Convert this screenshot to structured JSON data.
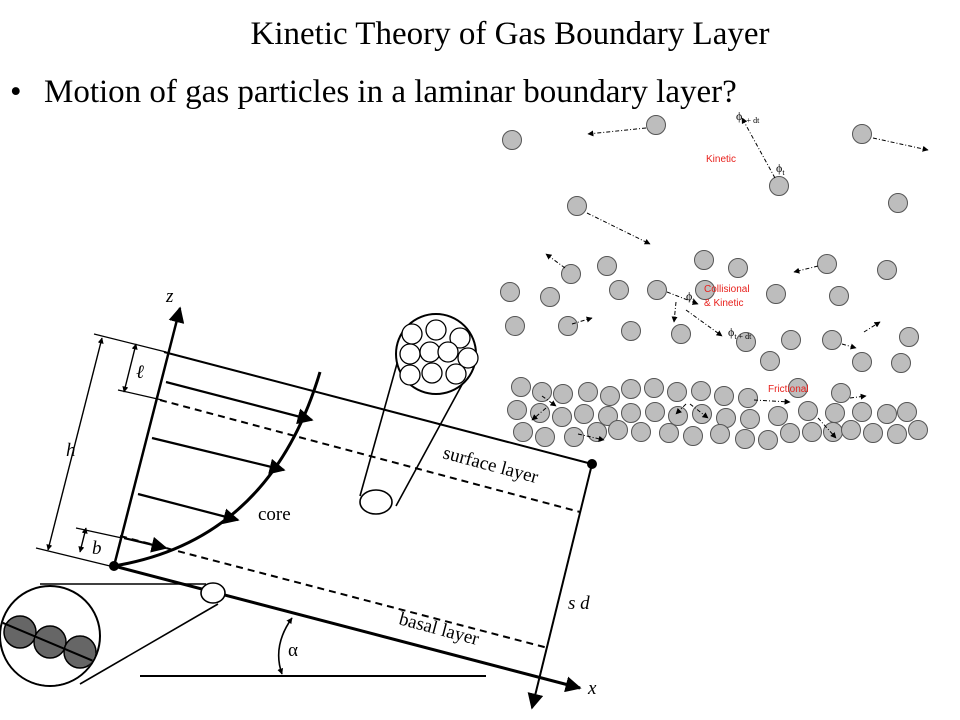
{
  "slide": {
    "title": "Kinetic Theory of Gas Boundary Layer",
    "bullet_symbol": "•",
    "bullet_text": "Motion of gas particles in a laminar boundary layer?"
  },
  "flow_diagram": {
    "axis_z": "z",
    "axis_x": "x",
    "dim_l": "ℓ",
    "dim_h": "h",
    "dim_b": "b",
    "core": "core",
    "surface_layer": "surface layer",
    "basal_layer": "basal layer",
    "depth": "s d",
    "angle": "α"
  },
  "particle_diagram": {
    "kinetic": "Kinetic",
    "collisional_line1": "Collisional",
    "collisional_line2": "& Kinetic",
    "frictional": "Frictional",
    "phi": "ϕ",
    "sub_t": "t",
    "sub_tdt": "t + dt",
    "particle_color": "#bdbdbd",
    "label_color": "#e8201c"
  }
}
